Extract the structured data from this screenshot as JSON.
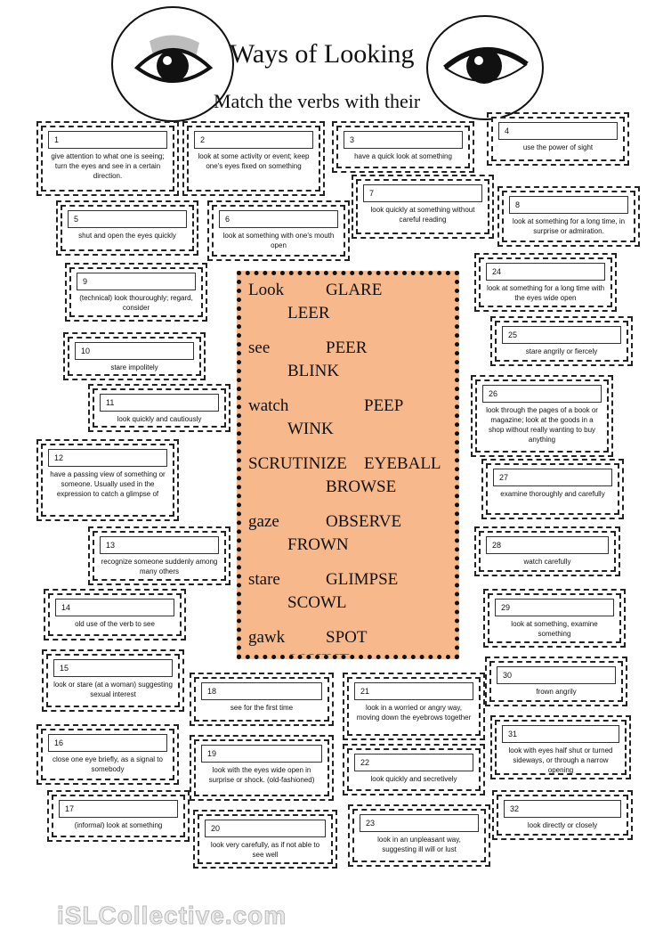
{
  "header": {
    "title": "Ways of Looking",
    "subtitle": "Match the verbs with their"
  },
  "words": [
    "Look",
    "GLARE",
    "LEER",
    "see",
    "PEER",
    "BLINK",
    "watch",
    "PEEP",
    "WINK",
    "SCRUTINIZE",
    "EYEBALL",
    "BROWSE",
    "gaze",
    "OBSERVE",
    "FROWN",
    "stare",
    "GLIMPSE",
    "SCOWL",
    "gawk",
    "SPOT",
    "SQUINT"
  ],
  "cards": [
    {
      "n": "1",
      "d": "give attention to what one is seeing; turn the eyes and see in a certain direction."
    },
    {
      "n": "2",
      "d": "look at some activity or event; keep one's eyes fixed on something"
    },
    {
      "n": "3",
      "d": "have a quick look at something"
    },
    {
      "n": "4",
      "d": "use the power of sight"
    },
    {
      "n": "5",
      "d": "shut and open the eyes quickly"
    },
    {
      "n": "6",
      "d": "look at something with one's mouth open"
    },
    {
      "n": "7",
      "d": "look quickly at something without careful reading"
    },
    {
      "n": "8",
      "d": "look at something for a long time, in surprise or admiration."
    },
    {
      "n": "9",
      "d": "(technical) look thouroughly; regard, consider"
    },
    {
      "n": "10",
      "d": "stare impolitely"
    },
    {
      "n": "11",
      "d": "look quickly and cautiously"
    },
    {
      "n": "12",
      "d": "have a passing view of something or someone. Usually used in the expression to catch a glimpse of"
    },
    {
      "n": "13",
      "d": "recognize someone suddenly among many others"
    },
    {
      "n": "14",
      "d": "old use of the verb to see"
    },
    {
      "n": "15",
      "d": "look or stare (at a woman) suggesting sexual interest"
    },
    {
      "n": "16",
      "d": "close one eye briefly, as a signal to somebody"
    },
    {
      "n": "17",
      "d": "(informal) look at something"
    },
    {
      "n": "18",
      "d": "see for the first time"
    },
    {
      "n": "19",
      "d": "look with the eyes wide open in surprise or shock. (old-fashioned)"
    },
    {
      "n": "20",
      "d": "look very carefully, as if not able to see well"
    },
    {
      "n": "21",
      "d": "look in a worried or angry way, moving down the eyebrows together"
    },
    {
      "n": "22",
      "d": "look quickly and secretively"
    },
    {
      "n": "23",
      "d": "look in an unpleasant way, suggesting ill will or lust"
    },
    {
      "n": "24",
      "d": "look at something for a long time with the eyes wide open"
    },
    {
      "n": "25",
      "d": "stare angrily or fiercely"
    },
    {
      "n": "26",
      "d": "look through the pages of a book or magazine; look at the goods in a shop without really wanting to buy anything"
    },
    {
      "n": "27",
      "d": "examine thoroughly and carefully"
    },
    {
      "n": "28",
      "d": "watch carefully"
    },
    {
      "n": "29",
      "d": "look at something, examine something"
    },
    {
      "n": "30",
      "d": "frown angrily"
    },
    {
      "n": "31",
      "d": "look with eyes half shut or turned sideways, or through a narrow opening"
    },
    {
      "n": "32",
      "d": "look directly or closely"
    }
  ],
  "watermark": "iSLCollective.com"
}
